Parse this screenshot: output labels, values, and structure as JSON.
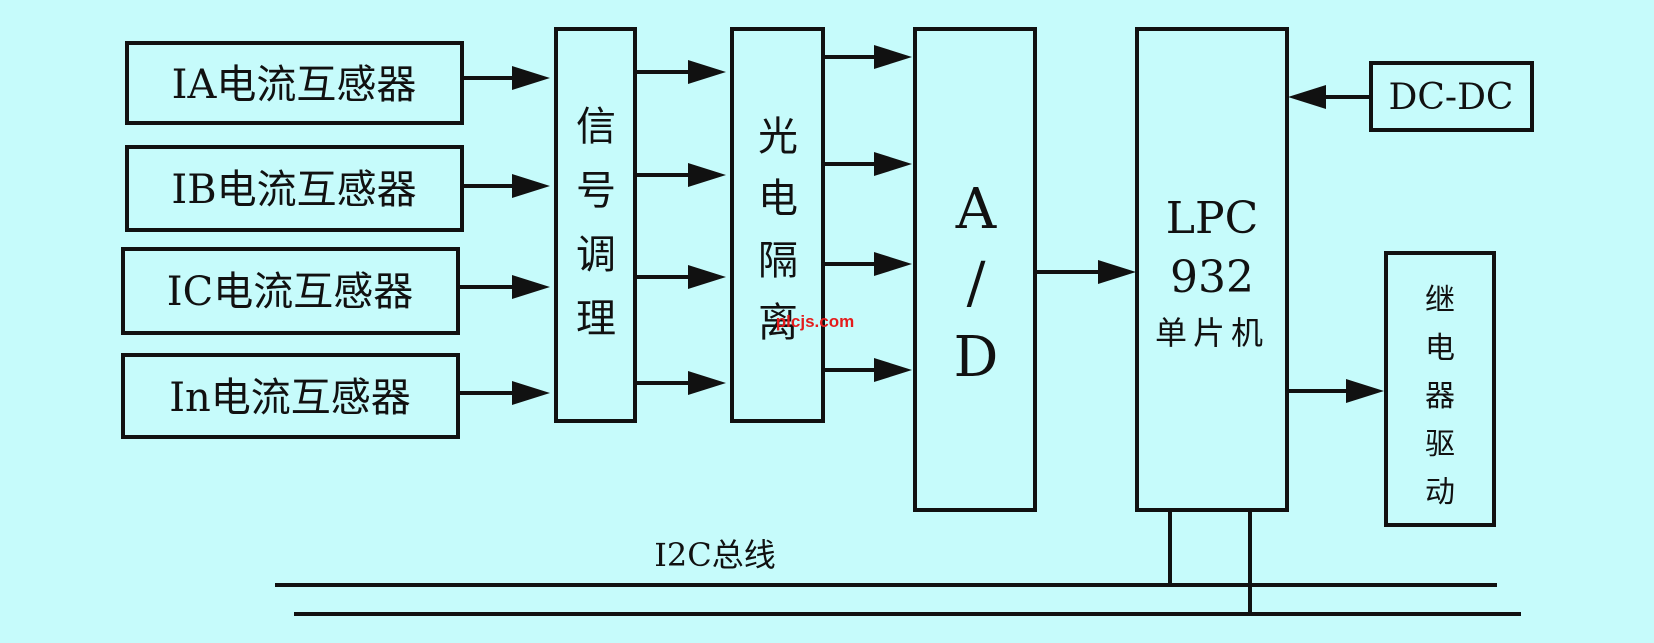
{
  "sensors": [
    {
      "label": "IA电流互感器"
    },
    {
      "label": "IB电流互感器"
    },
    {
      "label": "IC电流互感器"
    },
    {
      "label": "In电流互感器"
    }
  ],
  "signal_conditioning": {
    "label": "信号调理"
  },
  "opto_isolation": {
    "label": "光电隔离"
  },
  "adc": {
    "label": "A/D"
  },
  "mcu": {
    "line1": "LPC",
    "line2": "932",
    "line3": "单片机"
  },
  "dcdc": {
    "label": "DC-DC"
  },
  "relay_driver": {
    "label": "继电器驱动"
  },
  "bus": {
    "label": "I2C总线"
  },
  "watermark": {
    "text": "plcjs.com"
  }
}
